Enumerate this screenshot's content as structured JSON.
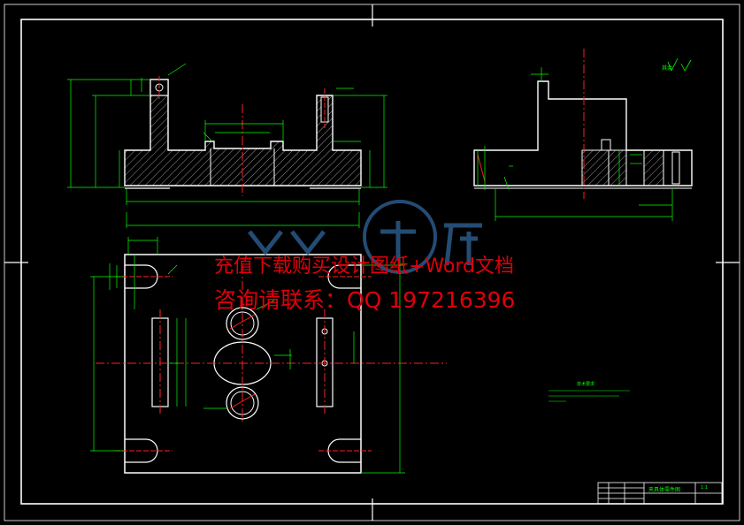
{
  "drawing": {
    "title_block_name": "夹具体零件图",
    "title_block_scale": "1:1",
    "tech_notes_title": "技术要求",
    "roughness_label": "其余"
  },
  "watermark": {
    "line1": "充值下载购买设计图纸+Word文档",
    "line2": "咨询请联系：QQ 197216396"
  },
  "colors": {
    "background": "#000000",
    "outline": "#ffffff",
    "dimension": "#00ff00",
    "centerline": "#ff2020",
    "watermark": "#e0000a",
    "logo": "#2a5a8a"
  }
}
